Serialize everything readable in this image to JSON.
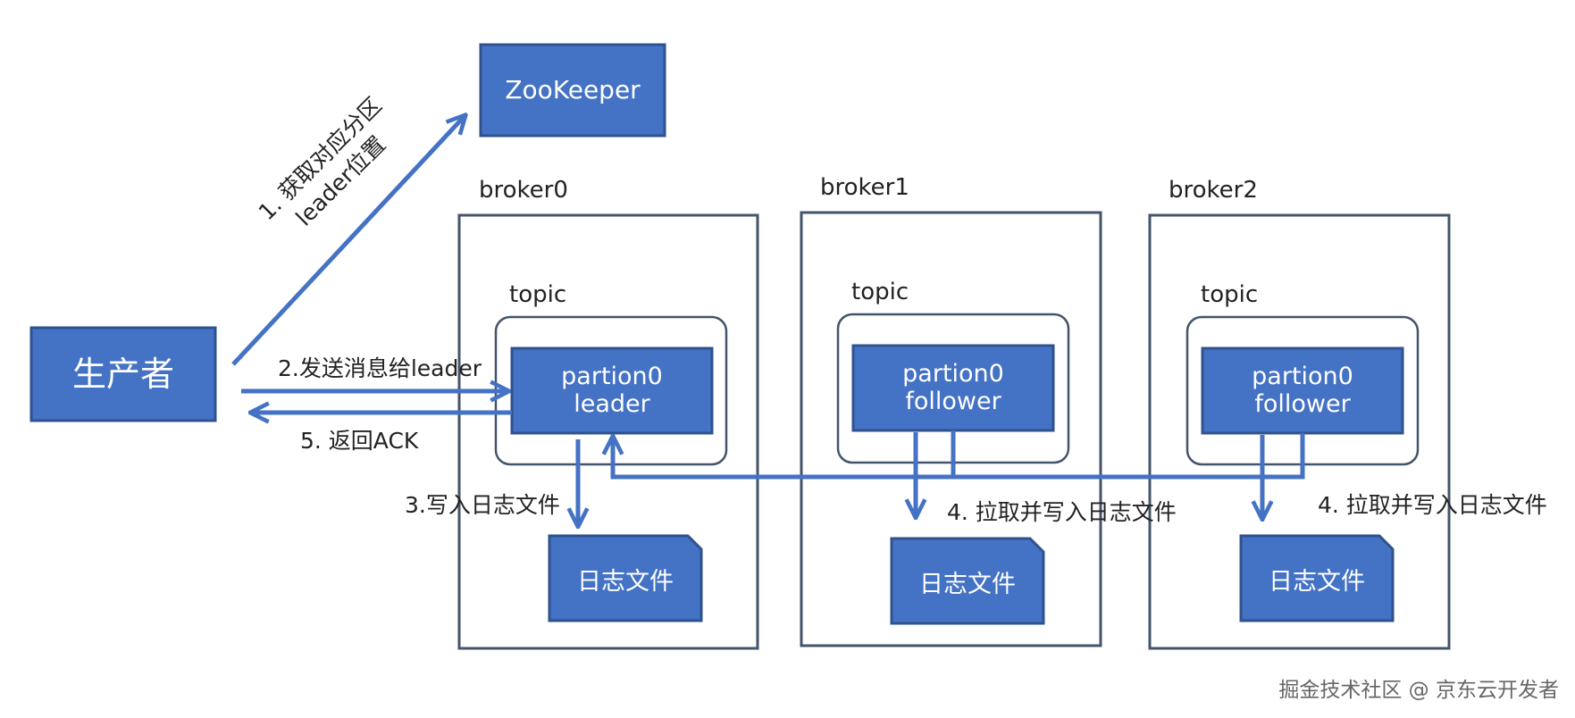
{
  "colors": {
    "box_fill": "#4472C4",
    "box_stroke": "#2F528F",
    "line": "#4472C4",
    "frame": "#44546A",
    "text": "#222222"
  },
  "zookeeper": {
    "label": "ZooKeeper"
  },
  "producer": {
    "label": "生产者"
  },
  "brokers": [
    {
      "name": "broker0",
      "topic": "topic",
      "partition_line1": "partion0",
      "partition_line2": "leader",
      "log_file": "日志文件"
    },
    {
      "name": "broker1",
      "topic": "topic",
      "partition_line1": "partion0",
      "partition_line2": "follower",
      "log_file": "日志文件"
    },
    {
      "name": "broker2",
      "topic": "topic",
      "partition_line1": "partion0",
      "partition_line2": "follower",
      "log_file": "日志文件"
    }
  ],
  "steps": {
    "step1_line1": "1. 获取对应分区",
    "step1_line2": "leader位置",
    "step2": "2.发送消息给leader",
    "step3": "3.写入日志文件",
    "step4_broker1": "4. 拉取并写入日志文件",
    "step4_broker2": "4. 拉取并写入日志文件",
    "step5": "5. 返回ACK"
  },
  "watermark": "掘金技术社区 @ 京东云开发者"
}
